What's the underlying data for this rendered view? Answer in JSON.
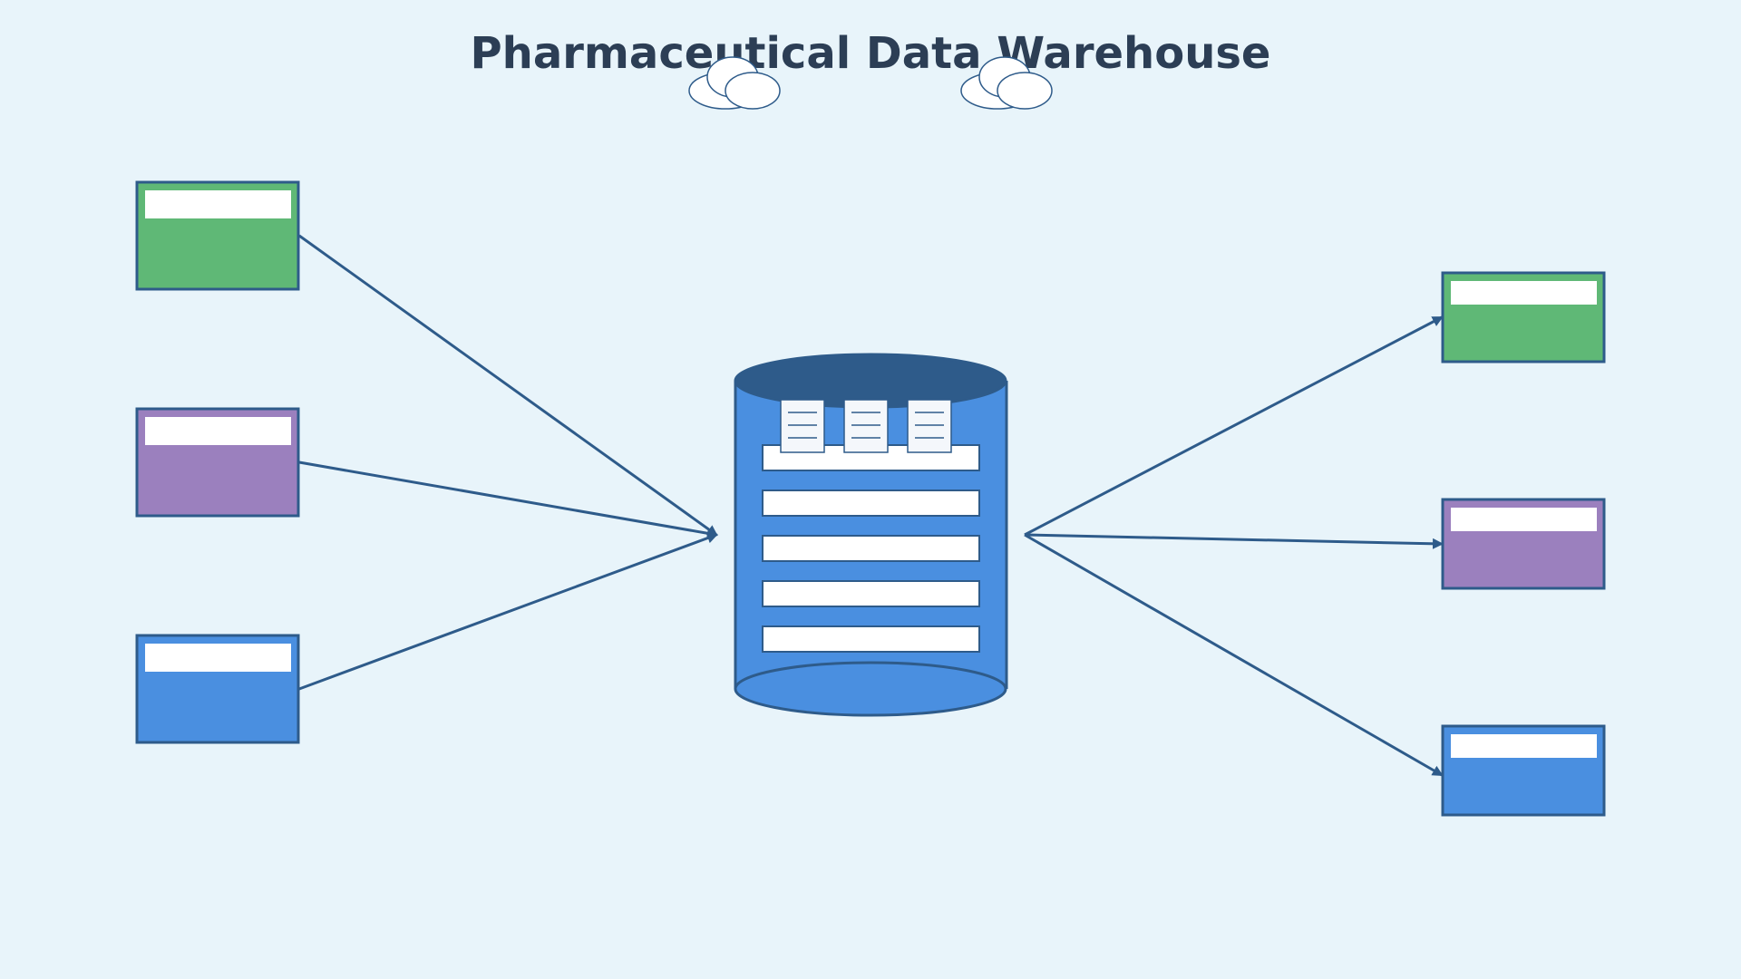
{
  "title": "Pharmaceutical Data Warehouse",
  "colors": {
    "background": "#e8f4fa",
    "stroke": "#2e5b8a",
    "title": "#2c3e55",
    "green": "#5fb876",
    "purple": "#9b80be",
    "blue": "#4a8fe0",
    "cylinder_top": "#2e5b8a",
    "white": "#ffffff"
  },
  "diagram": {
    "source_boxes": [
      {
        "color": "green"
      },
      {
        "color": "purple"
      },
      {
        "color": "blue"
      }
    ],
    "output_boxes": [
      {
        "color": "green"
      },
      {
        "color": "purple"
      },
      {
        "color": "blue"
      }
    ],
    "center": {
      "name": "data-warehouse-cylinder",
      "document_icons": 3,
      "record_rows": 5
    },
    "cloud_icons": 2
  }
}
